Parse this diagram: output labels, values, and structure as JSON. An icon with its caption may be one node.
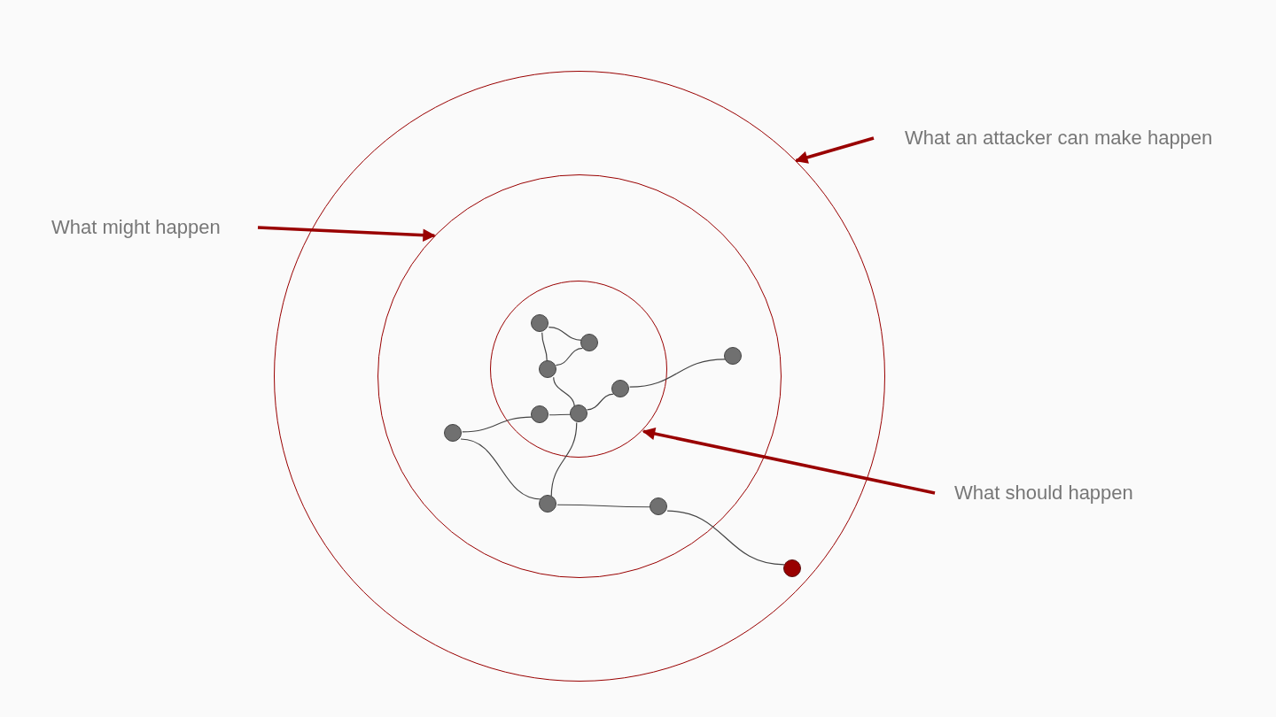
{
  "diagram": {
    "nodes": [
      {
        "text": [
          "What an attacker can make happen"
        ]
      },
      {
        "text": [
          "What might happen"
        ]
      },
      {
        "text": [
          "What should happen"
        ]
      },
      {
        "text": [],
        "shape": "circle"
      },
      {
        "text": [],
        "shape": "circle",
        "in": 3
      },
      {
        "text": [],
        "shape": "circle",
        "in": 4
      },
      {
        "text": [],
        "shape": "circle",
        "in": 5
      },
      {
        "text": [],
        "shape": "circle",
        "in": 5
      },
      {
        "text": [],
        "shape": "circle",
        "in": 4
      },
      {
        "text": [],
        "shape": "circle",
        "in": 5
      },
      {
        "text": [],
        "shape": "circle",
        "in": 5
      },
      {
        "text": [],
        "shape": "circle",
        "in": 5
      },
      {
        "text": [],
        "shape": "circle",
        "in": 5
      },
      {
        "text": [],
        "shape": "circle",
        "in": 4
      },
      {
        "text": [],
        "shape": "circle",
        "in": 4
      },
      {
        "text": [],
        "shape": "circle",
        "in": 4
      },
      {
        "text": [],
        "shape": "circle",
        "in": 3
      }
    ],
    "edges": [
      {
        "from": 0,
        "to": 3,
        "arrow": "to",
        "style": "thick",
        "color": "#990000"
      },
      {
        "from": 1,
        "to": 4,
        "arrow": "to",
        "style": "thick",
        "color": "#990000"
      },
      {
        "from": 2,
        "to": 5,
        "arrow": "to",
        "style": "thick",
        "color": "#990000"
      },
      {
        "from": 6,
        "to": 7,
        "arrow": "none"
      },
      {
        "from": 6,
        "to": 9,
        "arrow": "none"
      },
      {
        "from": 7,
        "to": 9,
        "arrow": "none"
      },
      {
        "from": 9,
        "to": 12,
        "arrow": "none"
      },
      {
        "from": 12,
        "to": 10,
        "arrow": "none"
      },
      {
        "from": 10,
        "to": 8,
        "arrow": "none"
      },
      {
        "from": 11,
        "to": 12,
        "arrow": "none"
      },
      {
        "from": 13,
        "to": 11,
        "arrow": "none"
      },
      {
        "from": 12,
        "to": 14,
        "arrow": "none"
      },
      {
        "from": 13,
        "to": 14,
        "arrow": "none"
      },
      {
        "from": 14,
        "to": 15,
        "arrow": "none"
      },
      {
        "from": 15,
        "to": 16,
        "arrow": "none"
      }
    ]
  }
}
